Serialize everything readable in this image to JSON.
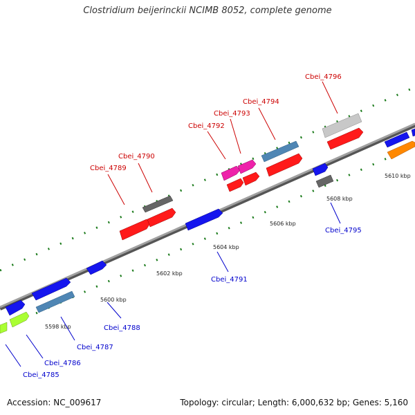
{
  "title": "Clostridium beijerinckii NCIMB 8052, complete genome",
  "accession": "Accession: NC_009617",
  "topology": "Topology: circular; Length: 6,000,632 bp; Genes: 5,160",
  "colors": {
    "backbone": "#8a8a8a",
    "tick": "#1a7a1a",
    "label_forward": "#cc0000",
    "label_reverse": "#0000cc",
    "red": "#ff1a1a",
    "blue": "#1515ee",
    "grey": "#666666",
    "light_grey": "#c8c8c8",
    "magenta": "#ee22aa",
    "steel_blue": "#4f86b4",
    "lime": "#aaff33",
    "orange": "#ff8800"
  },
  "scale_labels": [
    "5598 kbp",
    "5600 kbp",
    "5602 kbp",
    "5604 kbp",
    "5606 kbp",
    "5608 kbp",
    "5610 kbp"
  ],
  "genes": [
    {
      "name": "Cbei_4785",
      "strand": "reverse",
      "color": "lime"
    },
    {
      "name": "Cbei_4786",
      "strand": "reverse",
      "color": "lime"
    },
    {
      "name": "Cbei_4787",
      "strand": "reverse",
      "color": "blue"
    },
    {
      "name": "Cbei_4788",
      "strand": "reverse",
      "color": "steel_blue"
    },
    {
      "name": "Cbei_4789",
      "strand": "forward",
      "color": "red"
    },
    {
      "name": "Cbei_4790",
      "strand": "forward",
      "color": "red"
    },
    {
      "name": "Cbei_4791",
      "strand": "reverse",
      "color": "blue"
    },
    {
      "name": "Cbei_4792",
      "strand": "forward",
      "color": "red"
    },
    {
      "name": "Cbei_4793",
      "strand": "forward",
      "color": "magenta"
    },
    {
      "name": "Cbei_4794",
      "strand": "forward",
      "color": "red"
    },
    {
      "name": "Cbei_4795",
      "strand": "reverse",
      "color": "grey"
    },
    {
      "name": "Cbei_4796",
      "strand": "forward",
      "color": "red"
    }
  ]
}
